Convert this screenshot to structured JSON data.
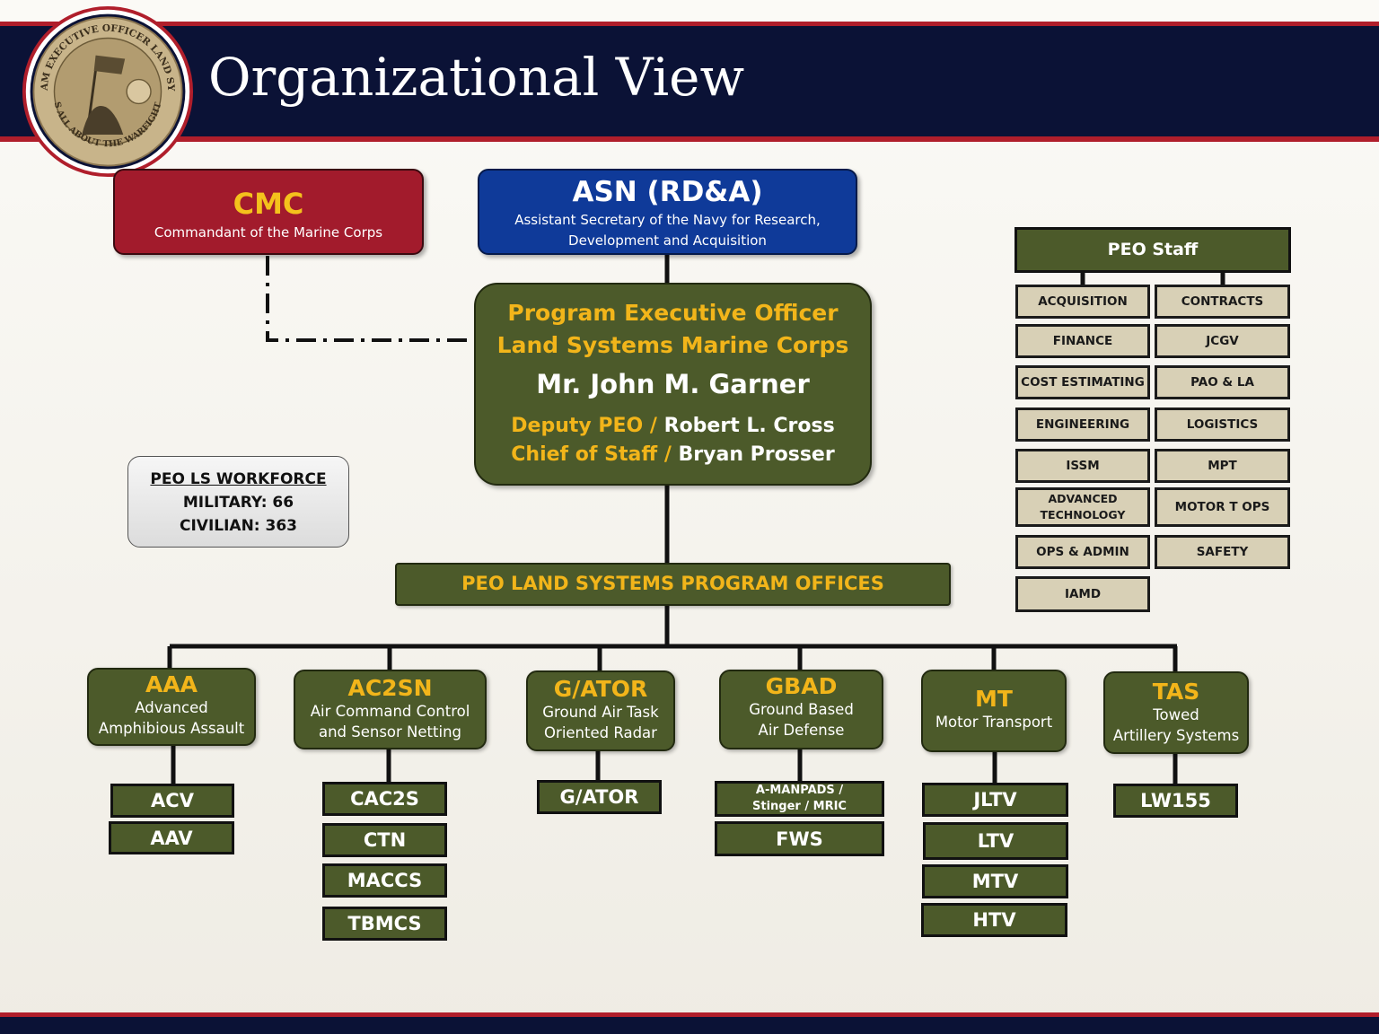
{
  "title": "Organizational View",
  "seal": {
    "top_text": "PROGRAM EXECUTIVE OFFICER LAND SYSTEMS",
    "bottom_text": "IT'S ALL ABOUT THE WARFIGHTER"
  },
  "cmc": {
    "abbr": "CMC",
    "name": "Commandant of the Marine Corps"
  },
  "asn": {
    "abbr": "ASN (RD&A)",
    "name_line1": "Assistant Secretary of the Navy for Research,",
    "name_line2": "Development and Acquisition"
  },
  "peo": {
    "line1": "Program Executive Officer",
    "line2": "Land Systems Marine Corps",
    "name": "Mr. John M. Garner",
    "deputy_label": "Deputy PEO /",
    "deputy_name": "Robert L. Cross",
    "cos_label": "Chief of Staff /",
    "cos_name": "Bryan Prosser"
  },
  "workforce": {
    "heading": "PEO LS WORKFORCE",
    "military": "MILITARY: 66",
    "civilian": "CIVILIAN: 363"
  },
  "program_offices_label": "PEO LAND SYSTEMS PROGRAM OFFICES",
  "staff": {
    "heading": "PEO Staff",
    "left": [
      "ACQUISITION",
      "FINANCE",
      "COST ESTIMATING",
      "ENGINEERING",
      "ISSM",
      "ADVANCED TECHNOLOGY",
      "OPS & ADMIN",
      "IAMD"
    ],
    "right": [
      "CONTRACTS",
      "JCGV",
      "PAO & LA",
      "LOGISTICS",
      "MPT",
      "MOTOR T OPS",
      "SAFETY"
    ]
  },
  "offices": [
    {
      "abbr": "AAA",
      "line1": "Advanced",
      "line2": "Amphibious Assault",
      "programs": [
        "ACV",
        "AAV"
      ]
    },
    {
      "abbr": "AC2SN",
      "line1": "Air Command Control",
      "line2": "and Sensor Netting",
      "programs": [
        "CAC2S",
        "CTN",
        "MACCS",
        "TBMCS"
      ]
    },
    {
      "abbr": "G/ATOR",
      "line1": "Ground Air Task",
      "line2": "Oriented Radar",
      "programs": [
        "G/ATOR"
      ]
    },
    {
      "abbr": "GBAD",
      "line1": "Ground Based",
      "line2": "Air Defense",
      "programs": [
        "A-MANPADS / Stinger / MRIC",
        "FWS"
      ]
    },
    {
      "abbr": "MT",
      "line1": "Motor Transport",
      "line2": "",
      "programs": [
        "JLTV",
        "LTV",
        "MTV",
        "HTV"
      ]
    },
    {
      "abbr": "TAS",
      "line1": "Towed",
      "line2": "Artillery Systems",
      "programs": [
        "LW155"
      ]
    }
  ],
  "colors": {
    "navy": "#0b1236",
    "red": "#b01e2b",
    "olive": "#4c5a2a",
    "gold": "#f2b51a",
    "tan": "#d8d0b6",
    "blue": "#0f3a99",
    "crimson": "#a21b2c"
  }
}
